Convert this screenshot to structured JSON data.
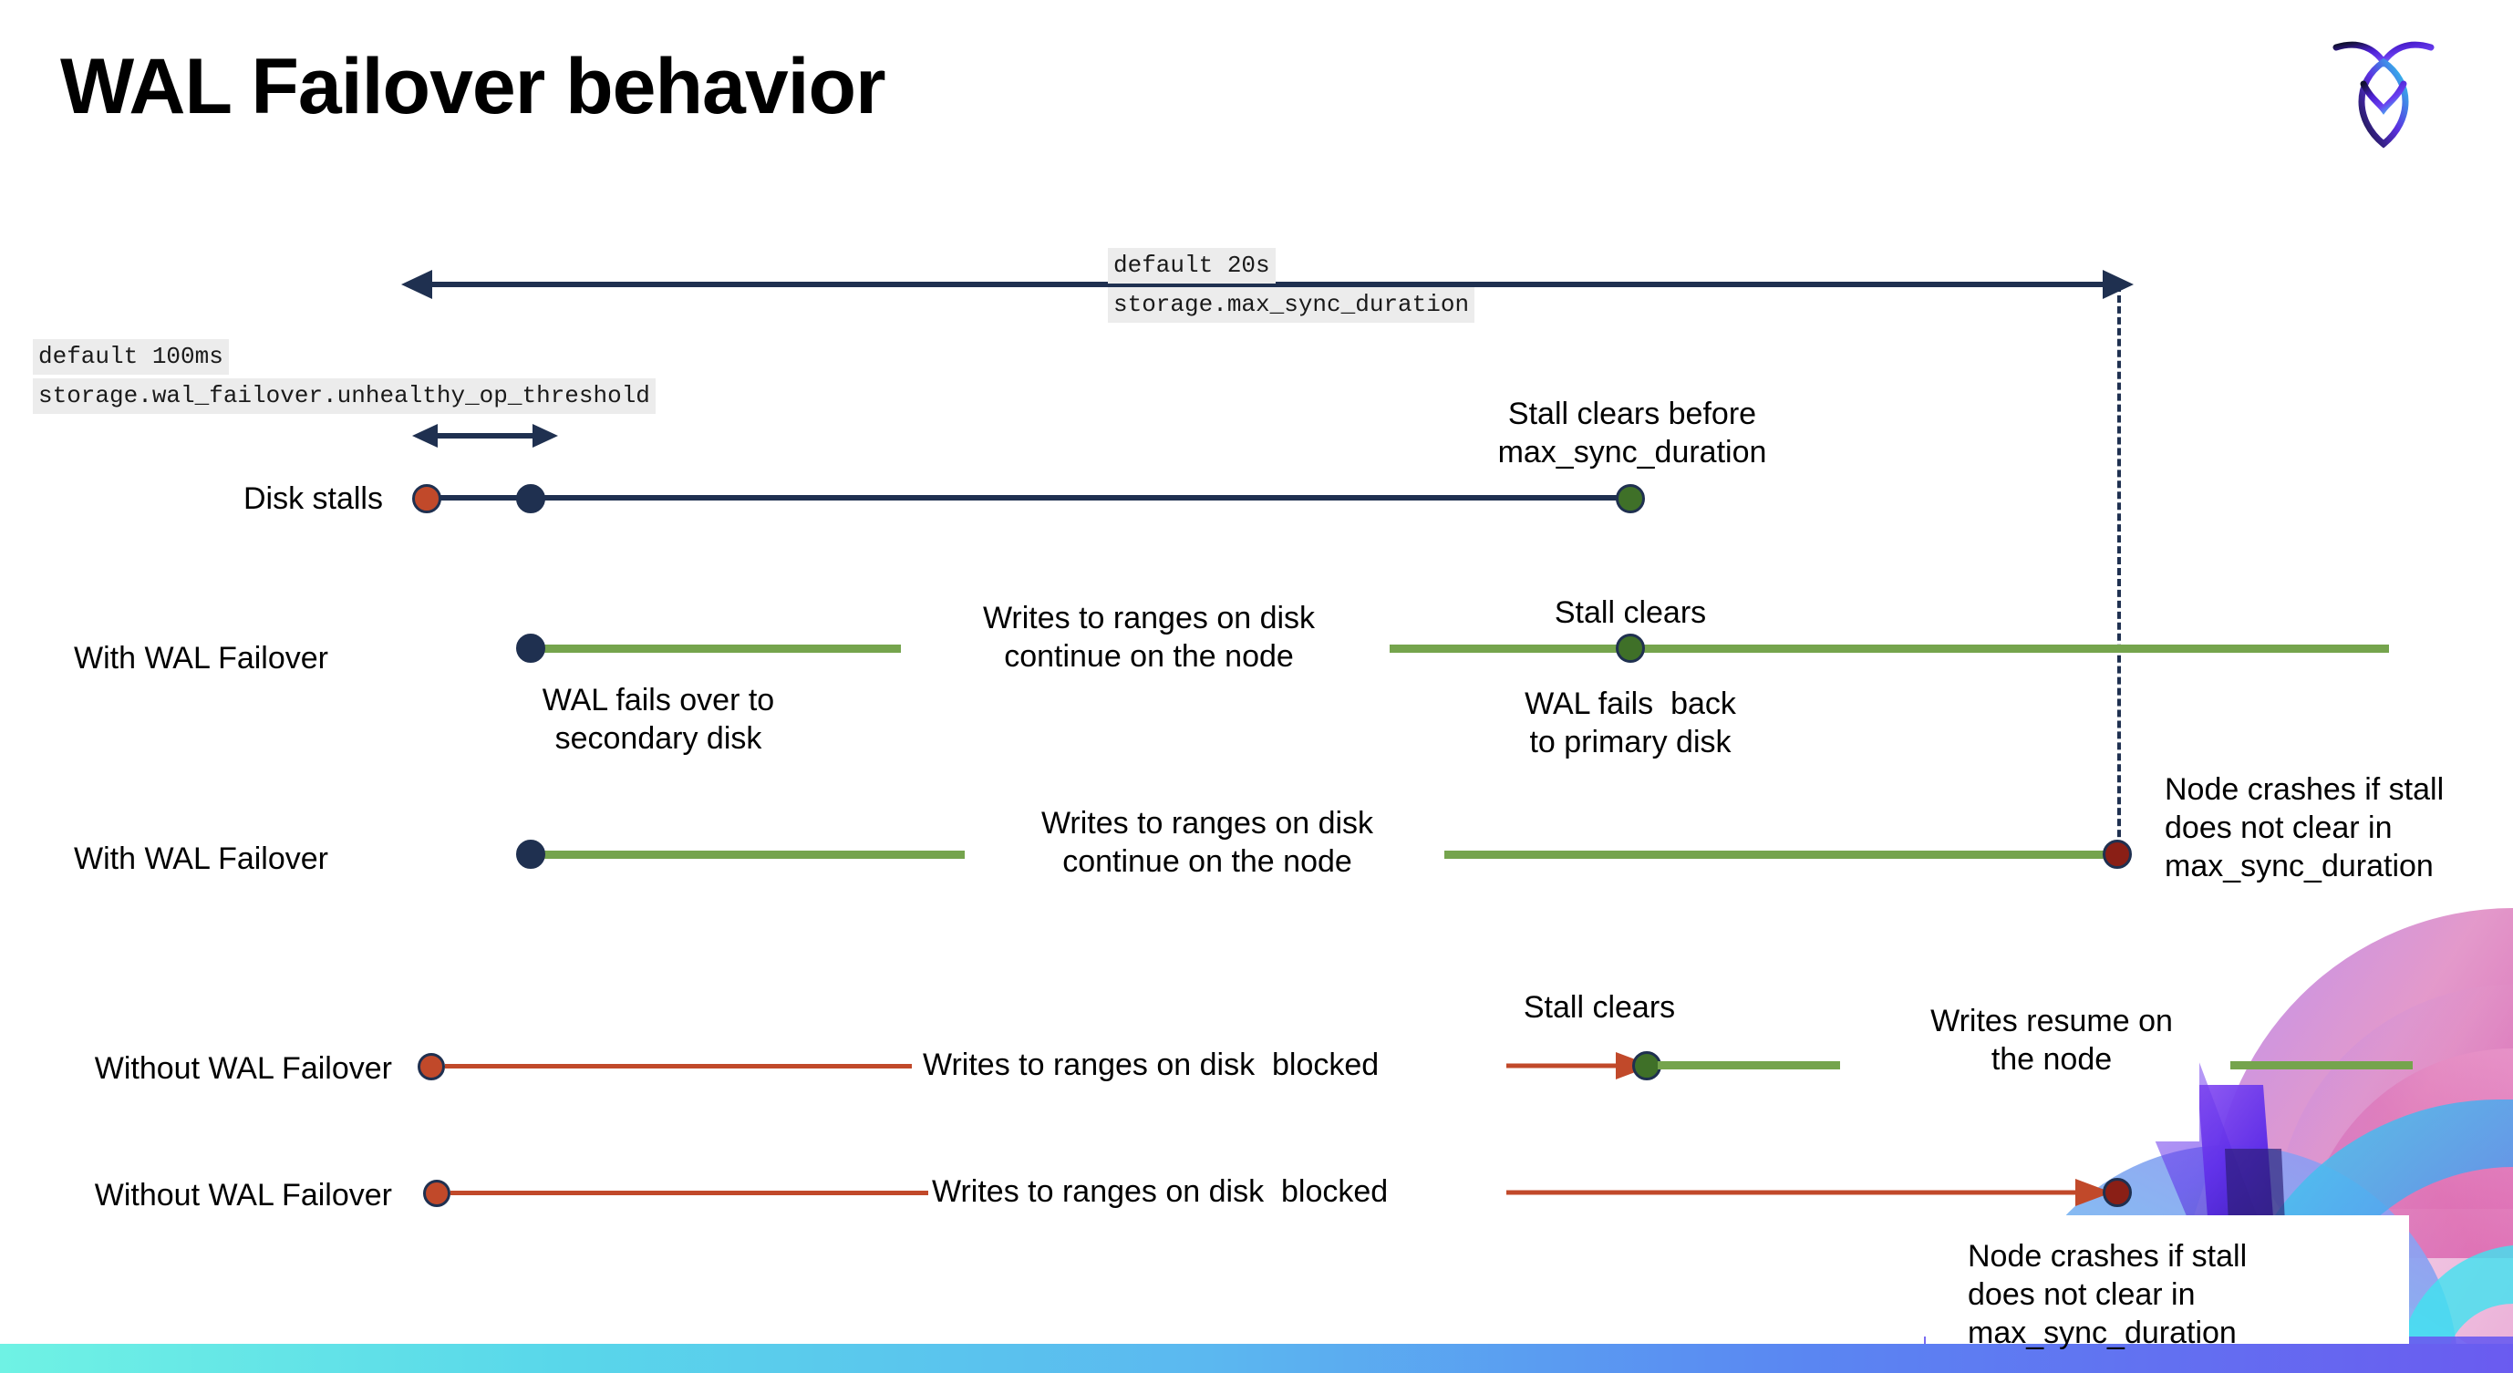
{
  "slide": {
    "title": "WAL Failover behavior",
    "logo_name": "cockroachdb-logo"
  },
  "annotations": {
    "max_sync": {
      "default": "default 20s",
      "setting": "storage.max_sync_duration"
    },
    "unhealthy_op": {
      "default": "default 100ms",
      "setting": "storage.wal_failover.unhealthy_op_threshold"
    }
  },
  "rows": [
    {
      "label": "Disk stalls",
      "notes": {
        "stall_clears_before": "Stall clears before\nmax_sync_duration"
      }
    },
    {
      "label": "With WAL Failover",
      "notes": {
        "writes_continue": "Writes to ranges on disk\ncontinue on the node",
        "stall_clears": "Stall clears",
        "wal_fails_over": "WAL fails over to\nsecondary disk",
        "wal_fails_back": "WAL fails  back\nto primary disk"
      }
    },
    {
      "label": "With WAL Failover",
      "notes": {
        "writes_continue": "Writes to ranges on disk\ncontinue on the node",
        "node_crashes": "Node crashes if stall\ndoes not clear in\nmax_sync_duration"
      }
    },
    {
      "label": "Without WAL Failover",
      "notes": {
        "writes_blocked": "Writes to ranges on disk  blocked",
        "stall_clears": "Stall clears",
        "writes_resume": "Writes resume on\nthe node"
      }
    },
    {
      "label": "Without WAL Failover",
      "notes": {
        "writes_blocked": "Writes to ranges on disk  blocked",
        "node_crashes": "Node crashes if stall\ndoes not clear in\nmax_sync_duration"
      }
    }
  ],
  "colors": {
    "navy": "#1f3050",
    "green_line": "#75a44d",
    "green_dot": "#3f7028",
    "orange": "#c1492a",
    "dark_red": "#8a1f16",
    "chip_bg": "#ececec",
    "bar_gradient_start": "#6ff2e4",
    "bar_gradient_end": "#6a5bf0"
  }
}
